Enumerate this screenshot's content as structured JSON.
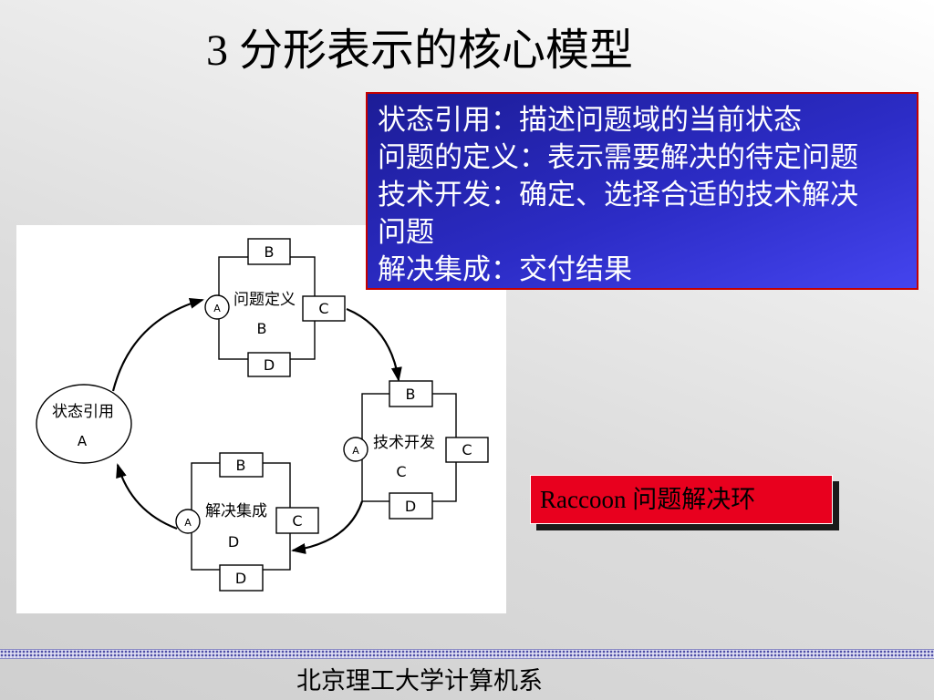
{
  "slide": {
    "title": "3 分形表示的核心模型",
    "definition_box": {
      "lines": [
        "状态引用：描述问题域的当前状态",
        "问题的定义：表示需要解决的待定问题",
        "技术开发：确定、选择合适的技术解决",
        "问题",
        "解决集成：交付结果"
      ]
    },
    "diagram": {
      "state": {
        "label": "状态引用",
        "letter": "A"
      },
      "stages": [
        {
          "label": "问题定义",
          "letter": "B",
          "box_top": "B",
          "box_side": "C",
          "box_bottom": "D",
          "input": "A"
        },
        {
          "label": "技术开发",
          "letter": "C",
          "box_top": "B",
          "box_side": "C",
          "box_bottom": "D",
          "input": "A"
        },
        {
          "label": "解决集成",
          "letter": "D",
          "box_top": "B",
          "box_side": "C",
          "box_bottom": "D",
          "input": "A"
        }
      ]
    },
    "caption": "Raccoon 问题解决环",
    "footer": "北京理工大学计算机系"
  },
  "colors": {
    "definition_box_border": "#c40000",
    "definition_box_top": "#1c1c96",
    "definition_box_bottom": "#4444ee",
    "caption_bg": "#e8001e",
    "footer_dots": "#4e4ea6"
  }
}
